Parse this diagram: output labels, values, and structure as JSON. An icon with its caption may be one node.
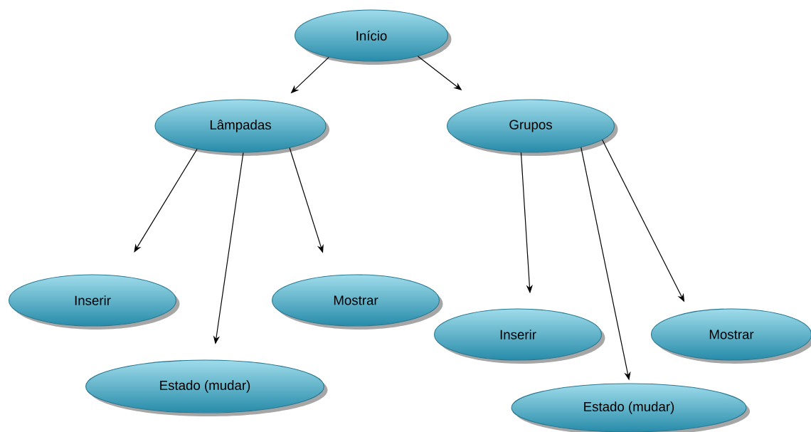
{
  "diagram": {
    "nodes": [
      {
        "text": [
          "Início"
        ]
      },
      {
        "text": [
          "Lâmpadas"
        ]
      },
      {
        "text": [
          "Grupos"
        ]
      },
      {
        "text": [
          "Inserir"
        ]
      },
      {
        "text": [
          "Estado (mudar)"
        ]
      },
      {
        "text": [
          "Mostrar"
        ]
      },
      {
        "text": [
          "Inserir"
        ]
      },
      {
        "text": [
          "Mostrar"
        ]
      },
      {
        "text": [
          "Estado (mudar)"
        ]
      }
    ],
    "edges": [
      {
        "from": 0,
        "to": 1,
        "arrow": "to"
      },
      {
        "from": 0,
        "to": 2,
        "arrow": "to"
      },
      {
        "from": 1,
        "to": 3,
        "arrow": "to"
      },
      {
        "from": 1,
        "to": 4,
        "arrow": "to"
      },
      {
        "from": 1,
        "to": 5,
        "arrow": "to"
      },
      {
        "from": 2,
        "to": 6,
        "arrow": "to"
      },
      {
        "from": 2,
        "to": 8,
        "arrow": "to"
      },
      {
        "from": 2,
        "to": 7,
        "arrow": "to"
      }
    ]
  }
}
